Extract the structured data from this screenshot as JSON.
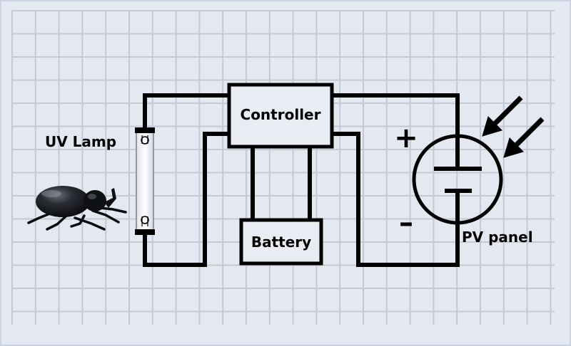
{
  "labels": {
    "controller": "Controller",
    "battery": "Battery",
    "uv_lamp": "UV Lamp",
    "pv_panel": "PV panel",
    "plus": "+",
    "minus": "–"
  },
  "icons": {
    "beetle": "beetle-icon",
    "sunlight": "sunlight-arrow-icon",
    "pv_cell": "pv-cell-symbol-icon",
    "lamp": "uv-lamp-tube-icon"
  },
  "colors": {
    "background": "#e3e8f1",
    "grid": "#c4c9d3",
    "frame": "#c9d3e1",
    "wire": "#000000",
    "box_fill": "#e9ecf2"
  }
}
